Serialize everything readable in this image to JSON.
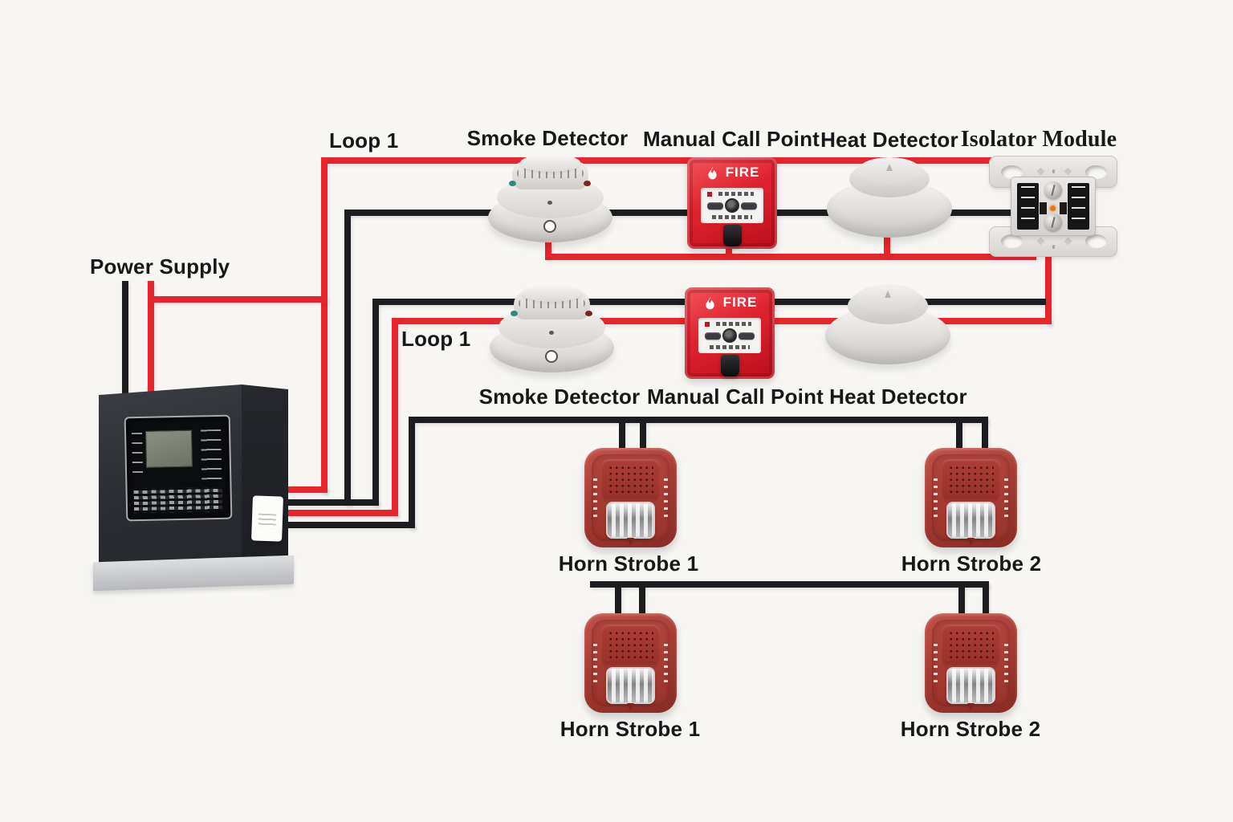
{
  "colors": {
    "background": "#f7f6f3",
    "wire_red": "#e8242c",
    "wire_black": "#1d1d1f",
    "label_text": "#17181a"
  },
  "labels": {
    "power_supply": "Power Supply",
    "loop_top": "Loop 1",
    "loop_bottom": "Loop 1"
  },
  "devices": {
    "smoke_detector": "Smoke Detector",
    "manual_call_point": "Manual Call Point",
    "heat_detector": "Heat Detector",
    "isolator_module": "Isolator Module",
    "horn_strobe_1": "Horn Strobe 1",
    "horn_strobe_2": "Horn Strobe 2"
  },
  "mcp": {
    "sign_text": "FIRE"
  }
}
